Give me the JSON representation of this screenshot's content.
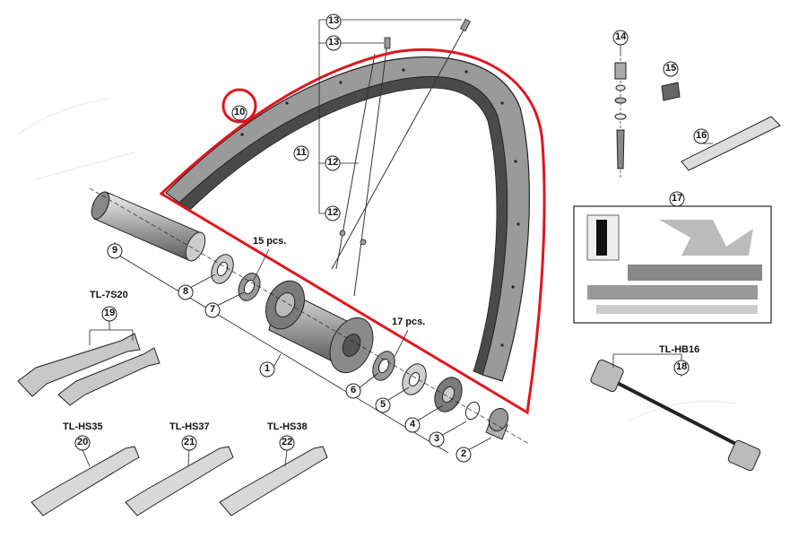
{
  "callouts": [
    {
      "id": "c1",
      "text": "1"
    },
    {
      "id": "c2",
      "text": "2"
    },
    {
      "id": "c3",
      "text": "3"
    },
    {
      "id": "c4",
      "text": "4"
    },
    {
      "id": "c5",
      "text": "5"
    },
    {
      "id": "c6",
      "text": "6"
    },
    {
      "id": "c7",
      "text": "7"
    },
    {
      "id": "c8",
      "text": "8"
    },
    {
      "id": "c9",
      "text": "9"
    },
    {
      "id": "c10",
      "text": "10"
    },
    {
      "id": "c11",
      "text": "11"
    },
    {
      "id": "c12a",
      "text": "12"
    },
    {
      "id": "c12b",
      "text": "12"
    },
    {
      "id": "c13a",
      "text": "13"
    },
    {
      "id": "c13b",
      "text": "13"
    },
    {
      "id": "c14",
      "text": "14"
    },
    {
      "id": "c15",
      "text": "15"
    },
    {
      "id": "c16",
      "text": "16"
    },
    {
      "id": "c17",
      "text": "17"
    },
    {
      "id": "c18",
      "text": "18"
    },
    {
      "id": "c19",
      "text": "19"
    },
    {
      "id": "c20",
      "text": "20"
    },
    {
      "id": "c21",
      "text": "21"
    },
    {
      "id": "c22",
      "text": "22"
    }
  ],
  "quantity_labels": {
    "rear_balls": "15 pcs.",
    "front_balls": "17 pcs."
  },
  "tool_labels": {
    "cone_wrench": "TL-7S20",
    "hs35": "TL-HS35",
    "hs37": "TL-HS37",
    "hs38": "TL-HS38",
    "hb16": "TL-HB16"
  },
  "colors": {
    "line": "#222222",
    "part_fill": "#b9b9b9",
    "part_dark": "#5a5a5a",
    "highlight": "#e0161e",
    "background": "#ffffff"
  }
}
